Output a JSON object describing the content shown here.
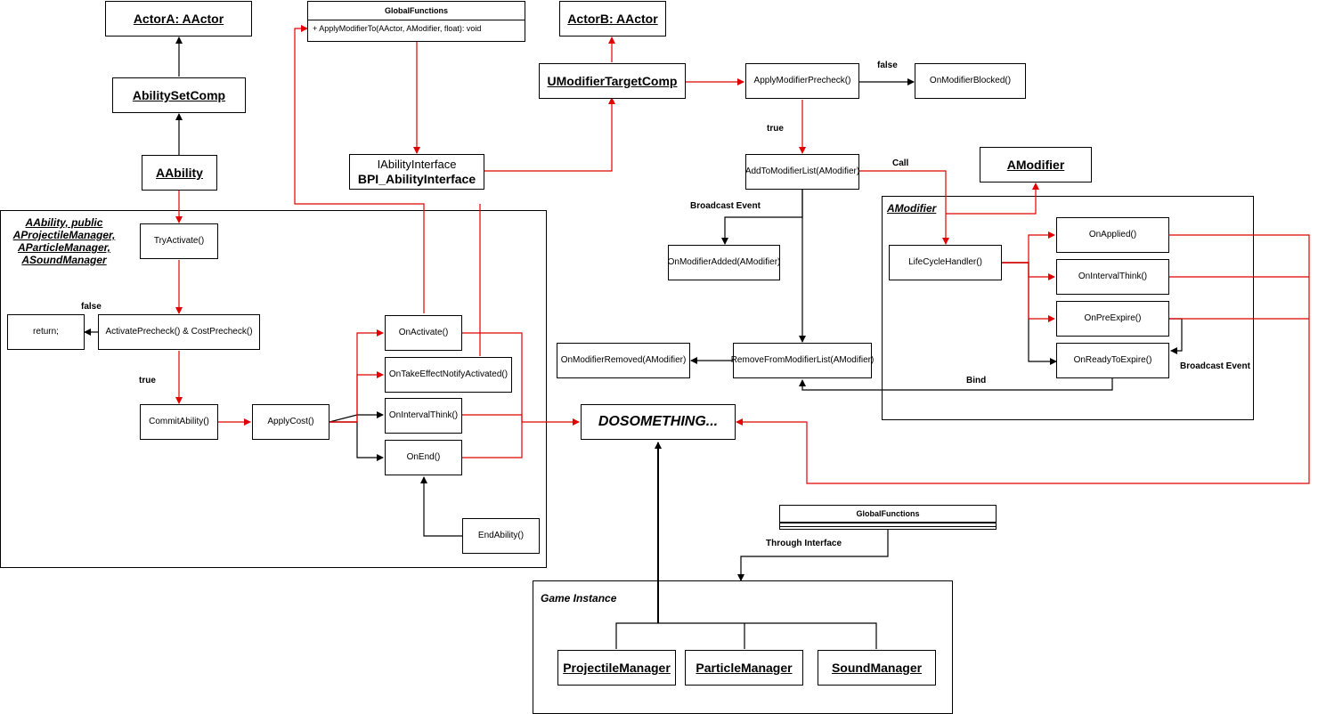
{
  "nodes": {
    "actor_a": "ActorA: AActor",
    "actor_b": "ActorB: AActor",
    "ability_set_comp": "AbilitySetComp",
    "aability": "AAbility",
    "global_functions_title": "GlobalFunctions",
    "global_functions_method": "+ ApplyModifierTo(AActor, AModifier, float): void",
    "interface_line1": "IAbilityInterface",
    "interface_line2": "BPI_AbilityInterface",
    "umodifier_target_comp": "UModifierTargetComp",
    "apply_modifier_precheck": "ApplyModifierPrecheck()",
    "on_modifier_blocked": "OnModifierBlocked()",
    "add_to_modifier_list": "AddToModifierList(AModifier)",
    "amodifier": "AModifier",
    "on_modifier_added": "OnModifierAdded(AModifier)",
    "remove_from_modifier_list": "RemoveFromModifierList(AModifier)",
    "on_modifier_removed": "OnModifierRemoved(AModifier)",
    "do_something": "DOSOMETHING...",
    "try_activate": "TryActivate()",
    "activate_precheck": "ActivatePrecheck() & CostPrecheck()",
    "return_stmt": "return;",
    "commit_ability": "CommitAbility()",
    "apply_cost": "ApplyCost()",
    "on_activate": "OnActivate()",
    "on_take_effect": "OnTakeEffectNotifyActivated()",
    "on_interval_think_ability": "OnIntervalThink()",
    "on_end": "OnEnd()",
    "end_ability": "EndAbility()",
    "lifecycle_handler": "LifeCycleHandler()",
    "on_applied": "OnApplied()",
    "on_interval_think_modifier": "OnIntervalThink()",
    "on_pre_expire": "OnPreExpire()",
    "on_ready_to_expire": "OnReadyToExpire()",
    "global_functions_2": "GlobalFunctions",
    "projectile_manager": "ProjectileManager",
    "particle_manager": "ParticleManager",
    "sound_manager": "SoundManager"
  },
  "containers": {
    "ability_container_title_lines": [
      "AAbility, public",
      "AProjectileManager,",
      "AParticleManager,",
      "ASoundManager"
    ],
    "modifier_container_title": "AModifier",
    "game_instance_title": "Game Instance"
  },
  "labels": {
    "false_ability": "false",
    "true_ability": "true",
    "false_modifier": "false",
    "true_modifier": "true",
    "call": "Call",
    "broadcast_event_1": "Broadcast Event",
    "broadcast_event_2": "Broadcast Event",
    "bind": "Bind",
    "through_interface": "Through Interface"
  },
  "colors": {
    "edge_red": "#e00000",
    "edge_black": "#000000"
  }
}
